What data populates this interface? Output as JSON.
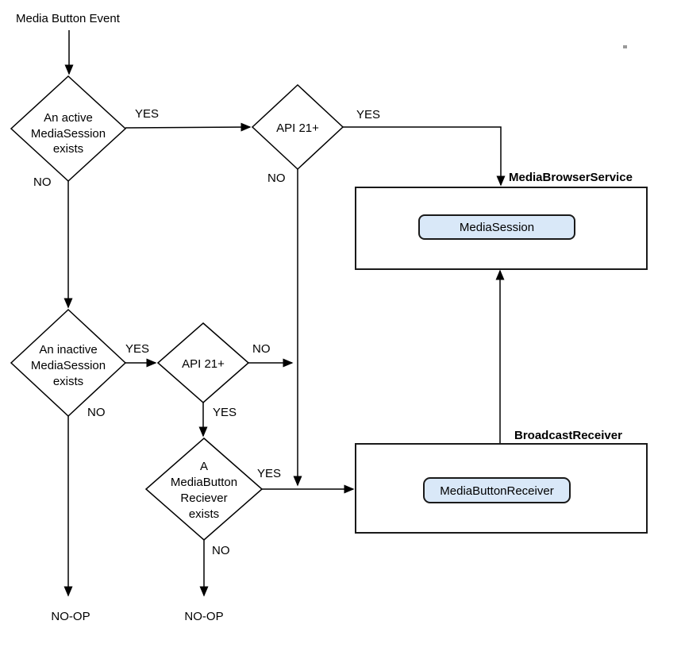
{
  "diagram": {
    "start_label": "Media Button Event",
    "decisions": [
      {
        "id": "active-mediasession-exists",
        "lines": [
          "An active",
          "MediaSession",
          "exists"
        ]
      },
      {
        "id": "api-21-plus-top",
        "lines": [
          "API 21+"
        ]
      },
      {
        "id": "inactive-mediasession-exists",
        "lines": [
          "An inactive",
          "MediaSession",
          "exists"
        ]
      },
      {
        "id": "api-21-plus-bottom",
        "lines": [
          "API 21+"
        ]
      },
      {
        "id": "mediabutton-reciever-exists",
        "lines": [
          "A",
          "MediaButton",
          "Reciever",
          "exists"
        ]
      }
    ],
    "edge_labels": {
      "active_yes": "YES",
      "active_no": "NO",
      "api21_top_yes": "YES",
      "api21_top_no": "NO",
      "inactive_yes": "YES",
      "inactive_no": "NO",
      "api21_bottom_no": "NO",
      "api21_bottom_yes": "YES",
      "reciever_yes": "YES",
      "reciever_no": "NO"
    },
    "containers": [
      {
        "id": "media-browser-service",
        "title": "MediaBrowserService",
        "component": "MediaSession"
      },
      {
        "id": "broadcast-receiver",
        "title": "BroadcastReceiver",
        "component": "MediaButtonReceiver"
      }
    ],
    "terminals": {
      "left": "NO-OP",
      "right": "NO-OP"
    },
    "colors": {
      "line": "#000000",
      "component_fill": "#d9e8f8",
      "component_border": "#1a1a1a",
      "background": "#ffffff"
    }
  }
}
